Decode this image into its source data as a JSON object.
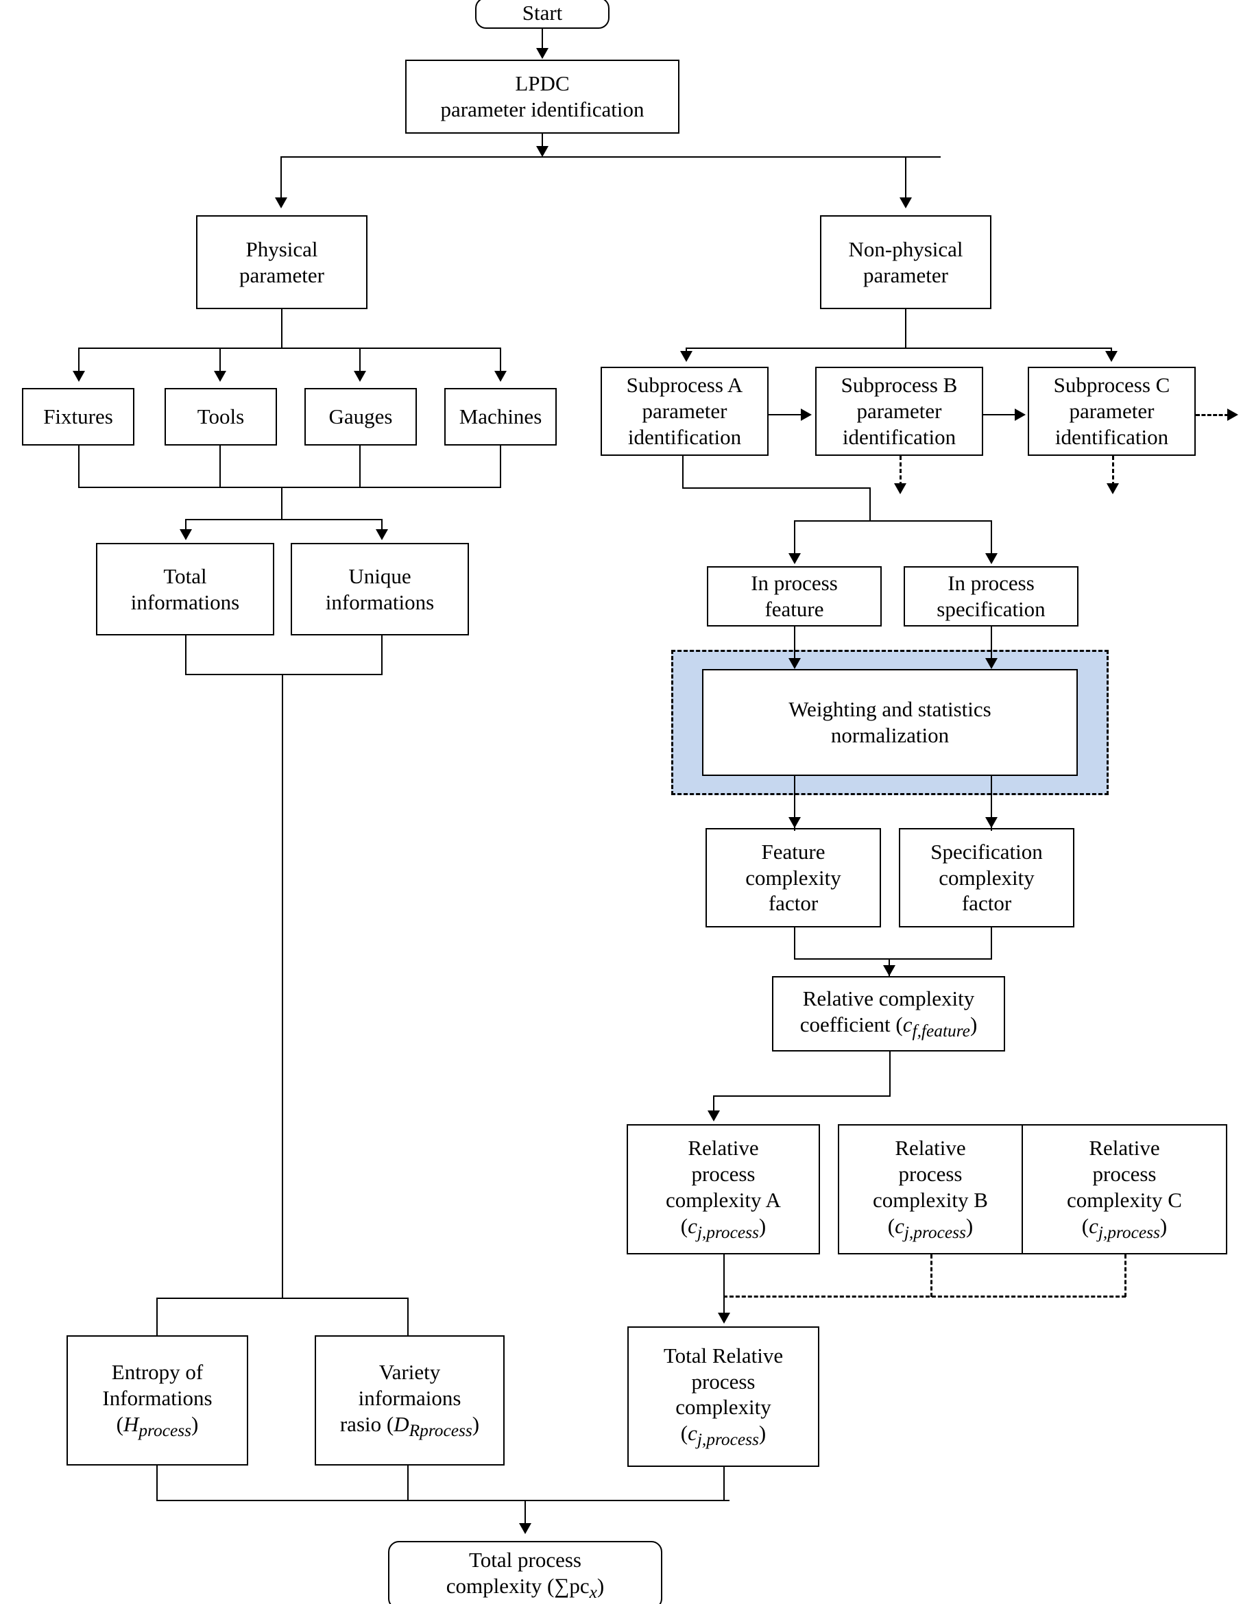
{
  "diagram": {
    "title": "LPDC process complexity calculation flowchart",
    "accent_highlight_color": "#c6d7ef",
    "line_color": "#000000",
    "background_color": "#ffffff"
  },
  "nodes": {
    "start": {
      "label": "Start"
    },
    "lpdc": {
      "line1": "LPDC",
      "line2": "parameter identification"
    },
    "physical": {
      "line1": "Physical",
      "line2": "parameter"
    },
    "nonphysical": {
      "line1": "Non-physical",
      "line2": "parameter"
    },
    "fixtures": {
      "label": "Fixtures"
    },
    "tools": {
      "label": "Tools"
    },
    "gauges": {
      "label": "Gauges"
    },
    "machines": {
      "label": "Machines"
    },
    "subprocess_a": {
      "line1": "Subprocess  A",
      "line2": "parameter",
      "line3": "identification"
    },
    "subprocess_b": {
      "line1": "Subprocess  B",
      "line2": "parameter",
      "line3": "identification"
    },
    "subprocess_c": {
      "line1": "Subprocess  C",
      "line2": "parameter",
      "line3": "identification"
    },
    "total_informations": {
      "line1": "Total",
      "line2": "informations"
    },
    "unique_informations": {
      "line1": "Unique",
      "line2": "informations"
    },
    "in_process_feature": {
      "line1": "In process",
      "line2": "feature"
    },
    "in_process_specification": {
      "line1": "In process",
      "line2": "specification"
    },
    "weighting": {
      "line1": "Weighting and statistics",
      "line2": "normalization"
    },
    "feature_complexity_factor": {
      "line1": "Feature",
      "line2": "complexity",
      "line3": "factor"
    },
    "specification_complexity_factor": {
      "line1": "Specification",
      "line2": "complexity",
      "line3": "factor"
    },
    "relative_complexity_coefficient": {
      "line1": "Relative  complexity",
      "line2_pre": "coefficient (",
      "line2_sym": "c",
      "line2_sub": "f,feature",
      "line2_post": ")"
    },
    "relative_process_complexity_a": {
      "line1": "Relative",
      "line2": "process",
      "line3": "complexity A",
      "line4_pre": "(",
      "line4_sym": "c",
      "line4_sub": "j,process",
      "line4_post": ")"
    },
    "relative_process_complexity_b": {
      "line1": "Relative",
      "line2": "process",
      "line3": "complexity B",
      "line4_pre": "(",
      "line4_sym": "c",
      "line4_sub": "j,process",
      "line4_post": ")"
    },
    "relative_process_complexity_c": {
      "line1": "Relative",
      "line2": "process",
      "line3": "complexity C",
      "line4_pre": "(",
      "line4_sym": "c",
      "line4_sub": "j,process",
      "line4_post": ")"
    },
    "total_relative_process_complexity": {
      "line1": "Total Relative",
      "line2": "process",
      "line3": "complexity",
      "line4_pre": "(",
      "line4_sym": "c",
      "line4_sub": "j,process",
      "line4_post": ")"
    },
    "entropy_of_informations": {
      "line1": "Entropy of",
      "line2": "Informations",
      "line3_pre": "(",
      "line3_sym": "H",
      "line3_sub": "process",
      "line3_post": ")"
    },
    "variety_informaions_rasio": {
      "line1": "Variety",
      "line2": "informaions",
      "line3_pre": "rasio (",
      "line3_sym": "D",
      "line3_sub": "Rprocess",
      "line3_post": ")"
    },
    "total_process_complexity": {
      "line1": "Total process",
      "line2_pre": "complexity (",
      "line2_sym": "∑pc",
      "line2_sub": "x",
      "line2_post": ")"
    }
  }
}
